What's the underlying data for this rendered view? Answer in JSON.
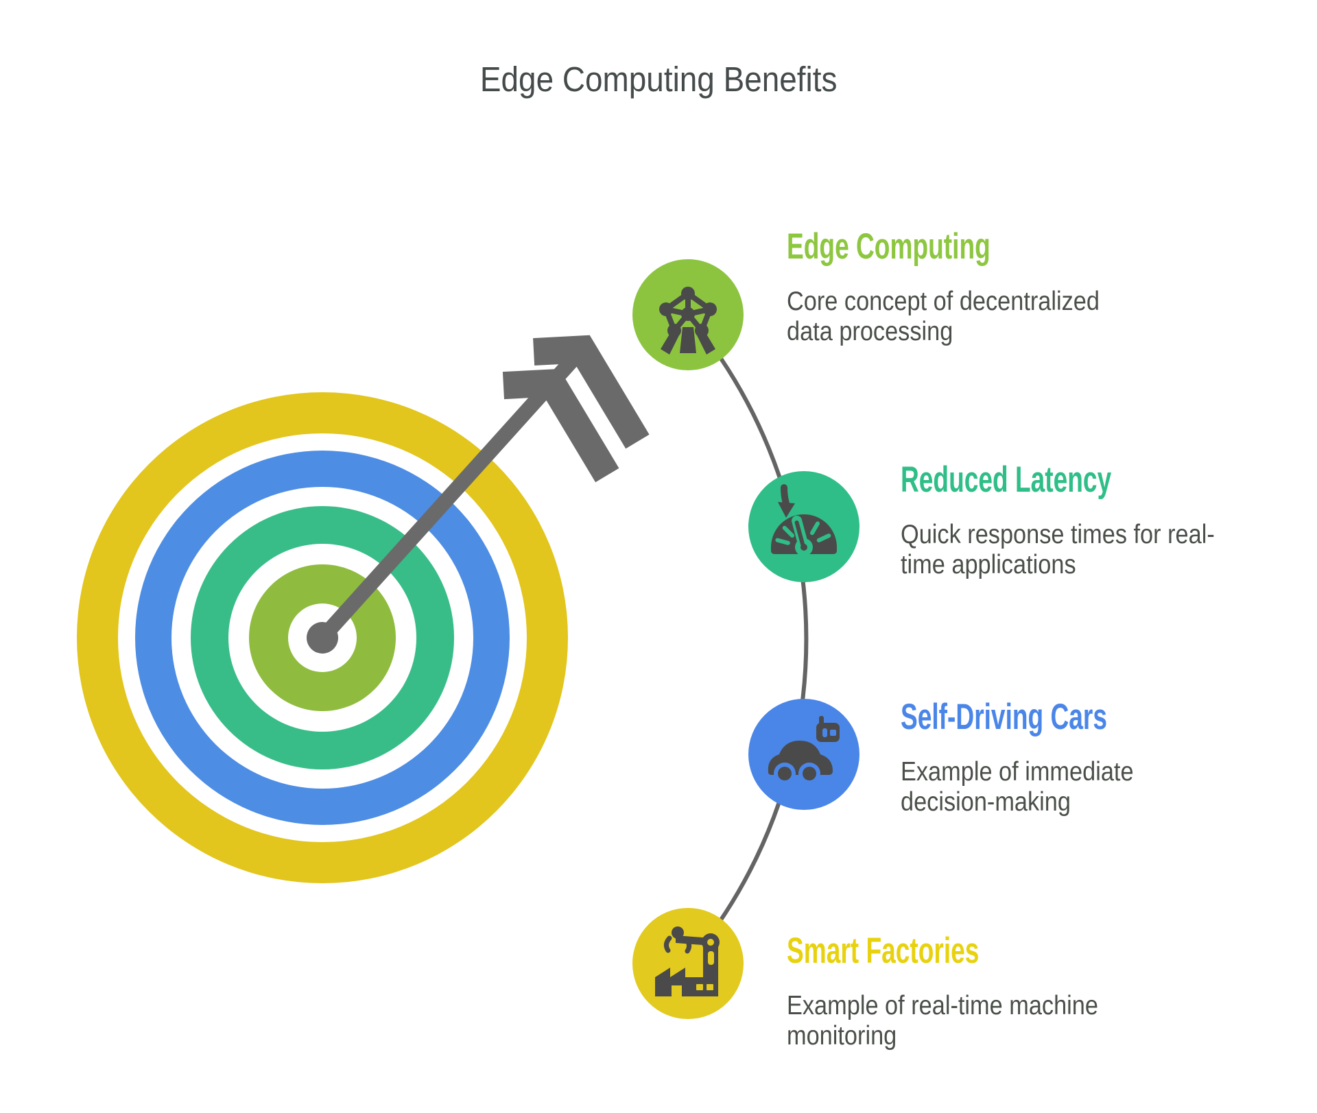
{
  "title": "Edge Computing Benefits",
  "palette": {
    "title_color": "#454a4b",
    "desc_color": "#4a4f49",
    "icon_dark": "#4a4a4a",
    "arrow_gray": "#6a6a6a",
    "connector_gray": "#646464",
    "white": "#ffffff"
  },
  "target": {
    "ring_colors": [
      "#e2c51d",
      "#4d8de4",
      "#38bd88",
      "#8fbc3e"
    ],
    "center_dot_color": "#696969"
  },
  "nodes": [
    {
      "heading": "Edge Computing",
      "heading_color": "#8dc63f",
      "color": "#8cc440",
      "icon": "atomium-network-icon",
      "desc_lines": [
        "Core concept of decentralized",
        "data processing"
      ]
    },
    {
      "heading": "Reduced Latency",
      "heading_color": "#2fbe88",
      "color": "#2fbe88",
      "icon": "speedometer-icon",
      "desc_lines": [
        "Quick response times for real-",
        "time applications"
      ]
    },
    {
      "heading": "Self-Driving Cars",
      "heading_color": "#4a86e8",
      "color": "#4a86e8",
      "icon": "self-driving-car-icon",
      "desc_lines": [
        "Example of immediate",
        "decision-making"
      ]
    },
    {
      "heading": "Smart Factories",
      "heading_color": "#e8d20f",
      "color": "#e2ca1e",
      "icon": "factory-robot-arm-icon",
      "desc_lines": [
        "Example of real-time machine",
        "monitoring"
      ]
    }
  ]
}
